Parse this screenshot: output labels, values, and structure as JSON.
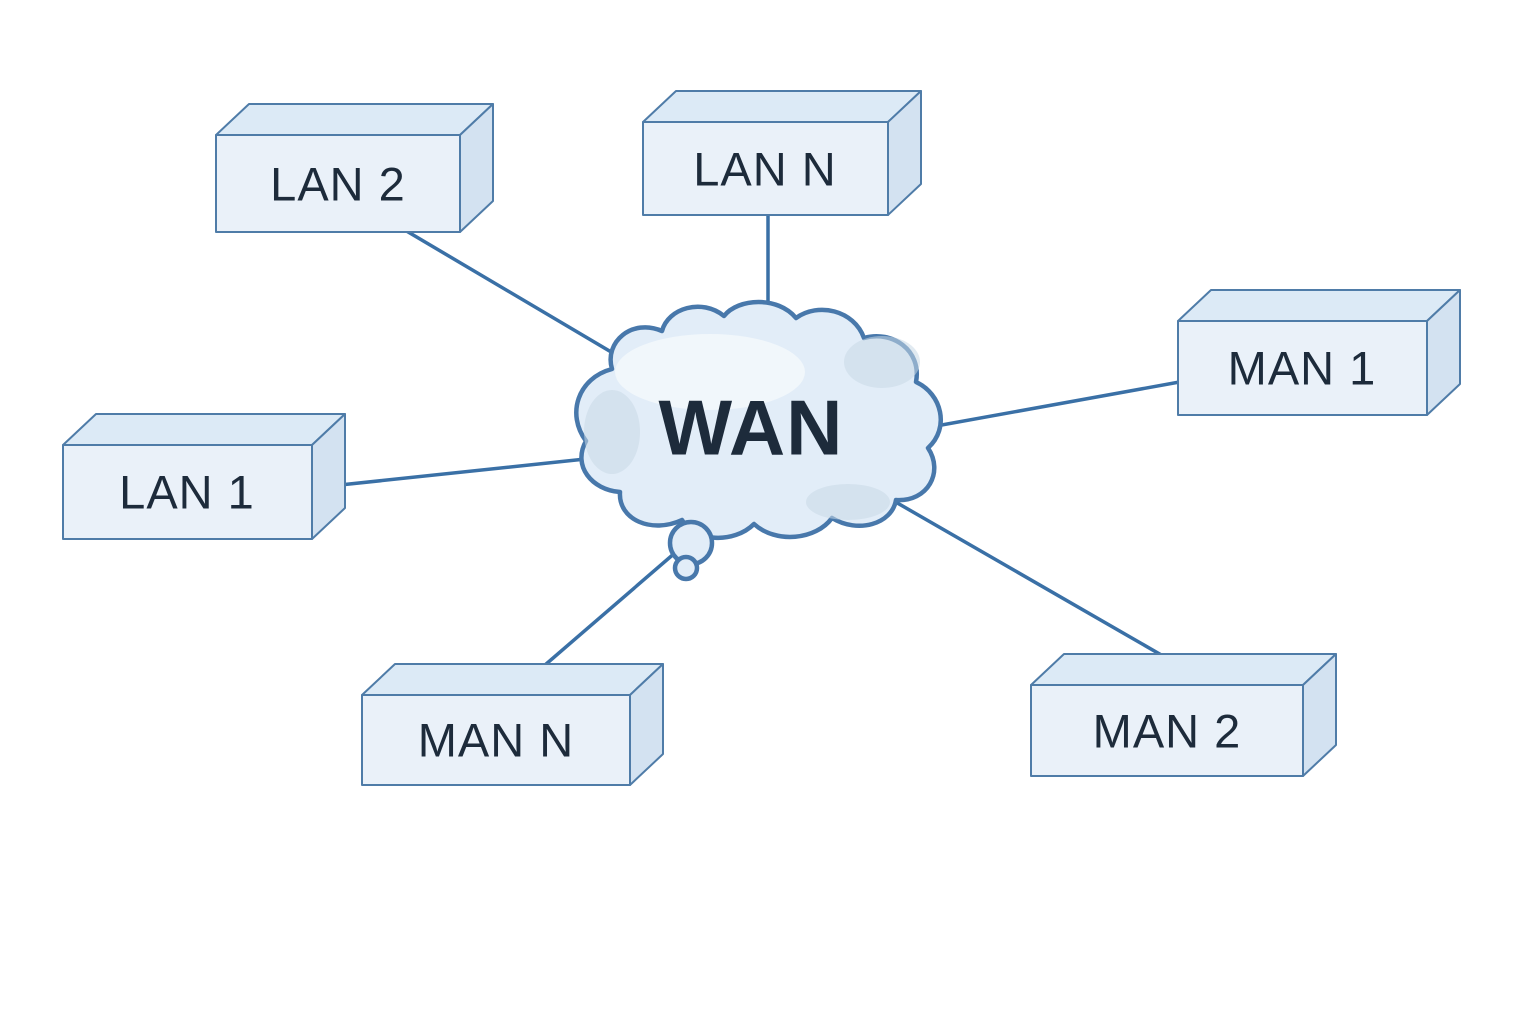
{
  "diagram": {
    "type": "network-topology",
    "center": {
      "label": "WAN",
      "shape": "cloud"
    },
    "nodes": [
      {
        "id": "lan2",
        "label": "LAN 2",
        "shape": "3d-box"
      },
      {
        "id": "lann",
        "label": "LAN N",
        "shape": "3d-box"
      },
      {
        "id": "man1",
        "label": "MAN 1",
        "shape": "3d-box"
      },
      {
        "id": "lan1",
        "label": "LAN 1",
        "shape": "3d-box"
      },
      {
        "id": "mann",
        "label": "MAN N",
        "shape": "3d-box"
      },
      {
        "id": "man2",
        "label": "MAN 2",
        "shape": "3d-box"
      }
    ],
    "edges": [
      {
        "from": "WAN",
        "to": "LAN 2"
      },
      {
        "from": "WAN",
        "to": "LAN N"
      },
      {
        "from": "WAN",
        "to": "MAN 1"
      },
      {
        "from": "WAN",
        "to": "LAN 1"
      },
      {
        "from": "WAN",
        "to": "MAN N"
      },
      {
        "from": "WAN",
        "to": "MAN 2"
      }
    ]
  },
  "colors": {
    "background": "#ffffff",
    "box_front": "#eaf1f9",
    "box_top": "#dceaf6",
    "box_side": "#d3e2f1",
    "box_border": "#4f7ca8",
    "cloud_fill": "#e2edf8",
    "cloud_border": "#4878ab",
    "cloud_highlight": "#f3f8fc",
    "cloud_shade": "#c9d8e6",
    "connector": "#3a70a6",
    "label_text": "#1d2b3b"
  }
}
